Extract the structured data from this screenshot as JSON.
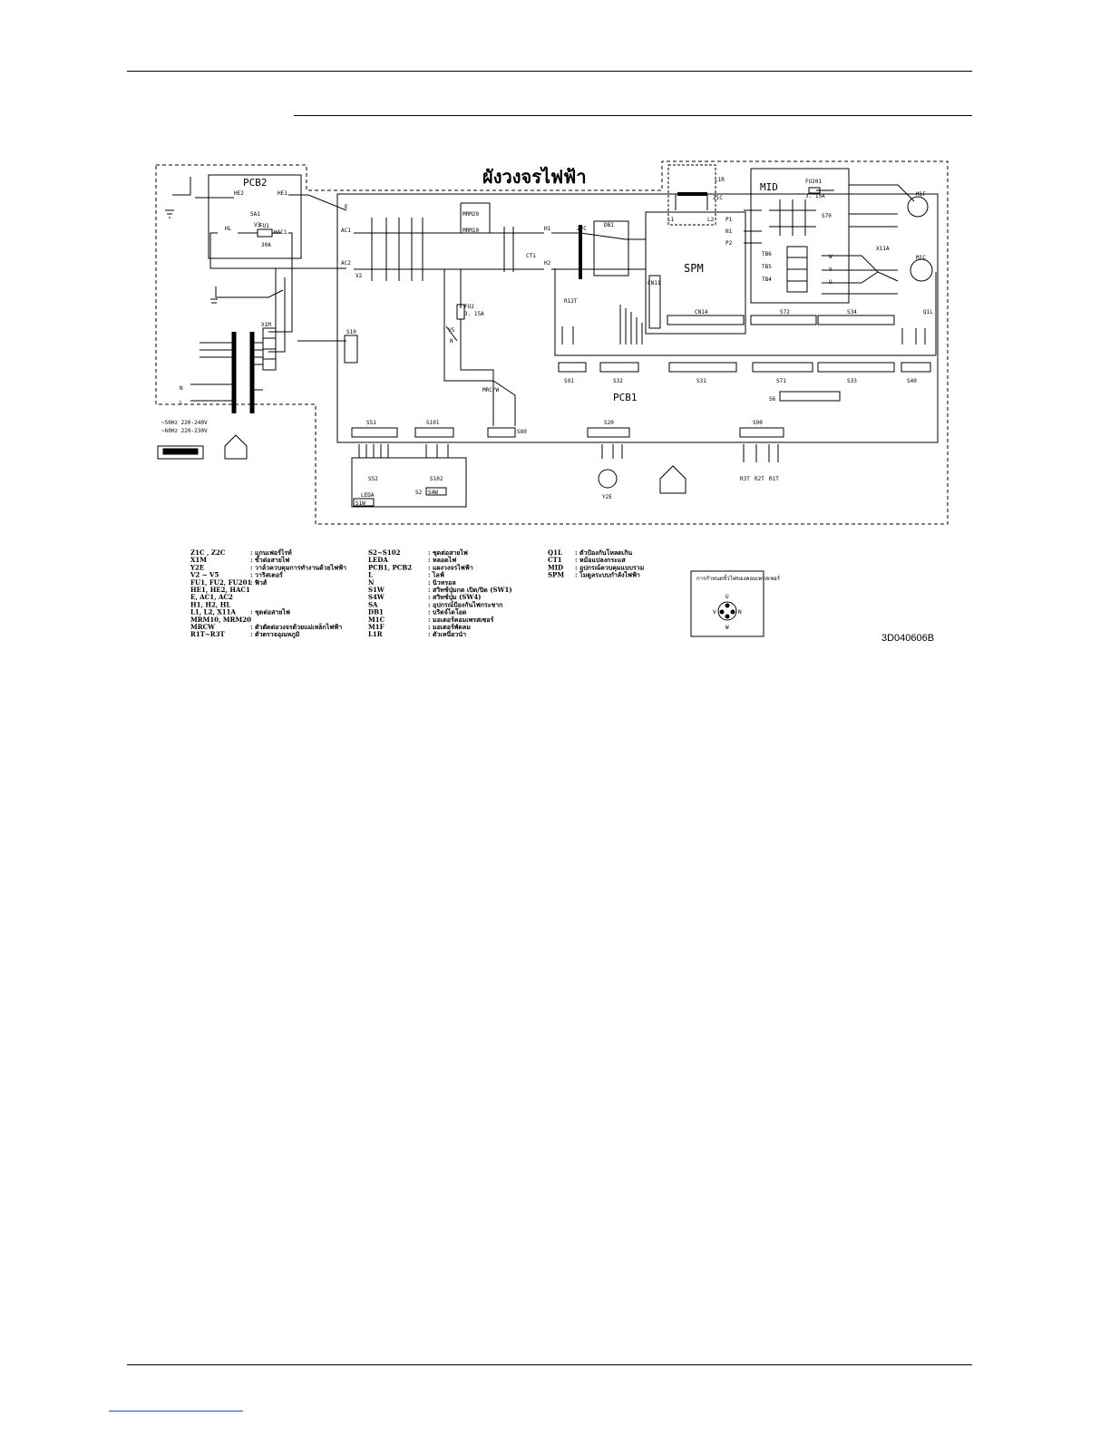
{
  "diagram": {
    "title": "ผังวงจรไฟฟ้า",
    "boards": {
      "pcb2": "PCB2",
      "pcb1": "PCB1",
      "spm": "SPM",
      "mid": "MID"
    },
    "components": {
      "he2": "HE2",
      "he1": "HE1",
      "hl": "HL",
      "fu1": "FU1",
      "fu1_rating": "30A",
      "hac1": "HAC1",
      "sa1": "SA1",
      "v3": "V3",
      "e": "E",
      "ac1": "AC1",
      "ac2": "AC2",
      "v2": "V2",
      "mrm20": "MRM20",
      "mrm10": "MRM10",
      "ct1": "CT1",
      "fu2": "FU2",
      "fu2_rating": "3. 15A",
      "v5": "V5",
      "n": "N",
      "h1": "H1",
      "h2": "H2",
      "z2c": "Z2C",
      "db1": "DB1",
      "l1": "L1",
      "l2": "L2",
      "l1r": "L1R",
      "z1c": "Z1C",
      "cn11": "CN11",
      "cn14": "CN14",
      "r12t": "R12T",
      "p1": "P1",
      "n1": "N1",
      "p2": "P2",
      "fu201": "FU201",
      "fu201_rating": "3. 15A",
      "s70": "S70",
      "tb6": "TB6",
      "tb5": "TB5",
      "tb4": "TB4",
      "m1f": "M1F",
      "m1c": "M1C",
      "x11a": "X11A",
      "q1l": "Q1L",
      "x1m": "X1M",
      "s10": "S10",
      "s91": "S91",
      "s32": "S32",
      "s31": "S31",
      "s72": "S72",
      "s71": "S71",
      "s34": "S34",
      "s33": "S33",
      "s40": "S40",
      "s6": "S6",
      "s51": "S51",
      "s101": "S101",
      "s52": "S52",
      "s102": "S102",
      "s2": "S2",
      "s80": "S80",
      "s20": "S20",
      "s90": "S90",
      "mrcw": "MRC/W",
      "y2e": "Y2E",
      "leda": "LEDA",
      "s1w": "S1W",
      "s4w": "S4W",
      "r3t": "R3T",
      "r2t": "R2T",
      "r1t": "R1T",
      "m_ph_w": "W",
      "m_ph_v": "V",
      "m_ph_u": "U",
      "motor_u": "U",
      "motor_v": "V",
      "motor_n": "N",
      "motor_w": "W"
    },
    "supply": {
      "spec_50": "~50Hz 220-240V",
      "spec_60": "~60Hz 220-230V",
      "terminal_l": "L",
      "terminal_n": "N"
    },
    "colors": {
      "line": "#000000",
      "border_dash": "#000000"
    }
  },
  "legend": {
    "col1": [
      {
        "code": "Z1C , Z2C",
        "desc": ": แกนเฟอร์ไรท์"
      },
      {
        "code": "X1M",
        "desc": ": ขั้วต่อสายไฟ"
      },
      {
        "code": "Y2E",
        "desc": ": วาล์วควบคุมการทำงานด้วยไฟฟ้า"
      },
      {
        "code": "V2 ~ V5",
        "desc": ": วาริสเตอร์"
      },
      {
        "code": "FU1, FU2, FU201",
        "desc": ": ฟิวส์"
      },
      {
        "code": "HE1, HE2, HAC1",
        "desc": ""
      },
      {
        "code": "E, AC1, AC2",
        "desc": ""
      },
      {
        "code": "H1, H2, HL",
        "desc": ""
      },
      {
        "code": "L1, L2, X11A",
        "desc": ": ชุดต่อสายไฟ"
      },
      {
        "code": "MRM10, MRM20",
        "desc": ""
      },
      {
        "code": "MRCW",
        "desc": ": ตัวตัดต่อวงจรด้วยแม่เหล็กไฟฟ้า"
      },
      {
        "code": "R1T~R3T",
        "desc": ": ตัวตรวจอุณหภูมิ"
      }
    ],
    "col2": [
      {
        "code": "S2~S102",
        "desc": ": ชุดต่อสายไฟ"
      },
      {
        "code": "LEDA",
        "desc": ": หลอดไฟ"
      },
      {
        "code": "PCB1, PCB2",
        "desc": ": แผงวงจรไฟฟ้า"
      },
      {
        "code": "L",
        "desc": ": ไลฟ์"
      },
      {
        "code": "N",
        "desc": ": นิวทรอล"
      },
      {
        "code": "S1W",
        "desc": ": สวิทช์ปุ่มกด เปิด/ปิด (SW1)"
      },
      {
        "code": "S4W",
        "desc": ": สวิทช์ปุ่ม (SW4)"
      },
      {
        "code": "SA",
        "desc": ": อุปกรณ์ป้องกันไฟกระชาก"
      },
      {
        "code": "DB1",
        "desc": ": บริดจ์ไดโอด"
      },
      {
        "code": "M1C",
        "desc": ": มอเตอร์คอมเพรสเซอร์"
      },
      {
        "code": "M1F",
        "desc": ": มอเตอร์พัดลม"
      },
      {
        "code": "L1R",
        "desc": ": ตัวเหนี่ยวนำ"
      }
    ],
    "col3": [
      {
        "code": "Q1L",
        "desc": ": ตัวป้องกันโหลดเกิน"
      },
      {
        "code": "CT1",
        "desc": ": หม้อแปลงกระแส"
      },
      {
        "code": "MID",
        "desc": ": อุปกรณ์ควบคุมแบบรวม"
      },
      {
        "code": "SPM",
        "desc": ": โมดูลระบบกำลังไฟฟ้า"
      }
    ],
    "motor_box_title": "การกำหนดขั้วไฟของคอมเพรสเซอร์"
  },
  "document_code": "3D040606B"
}
